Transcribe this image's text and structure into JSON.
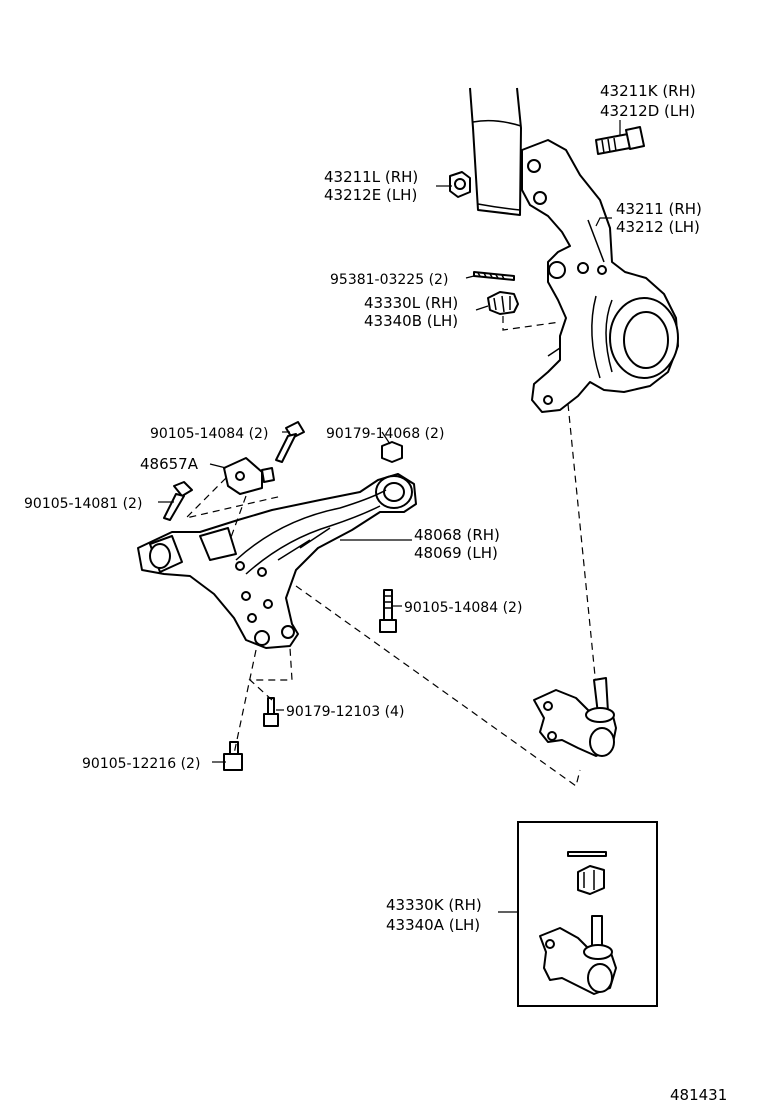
{
  "labels": {
    "bolt_upper": {
      "l1": "43211K (RH)",
      "l2": "43212D (LH)"
    },
    "nut_upper": {
      "l1": "43211L (RH)",
      "l2": "43212E (LH)"
    },
    "knuckle": {
      "l1": "43211 (RH)",
      "l2": "43212 (LH)"
    },
    "cotter_pin": "95381-03225 (2)",
    "castle_nut": {
      "l1": "43330L (RH)",
      "l2": "43340B (LH)"
    },
    "bolt_a": "90105-14084 (2)",
    "nut_b": "90179-14068 (2)",
    "bracket": "48657A",
    "bolt_c": "90105-14081 (2)",
    "arm": {
      "l1": "48068 (RH)",
      "l2": "48069 (LH)"
    },
    "bolt_d": "90105-14084 (2)",
    "nut_e": "90179-12103 (4)",
    "bolt_f": "90105-12216 (2)",
    "ball_joint": {
      "l1": "43330K (RH)",
      "l2": "43340A (LH)"
    }
  },
  "figure_number": "481431"
}
